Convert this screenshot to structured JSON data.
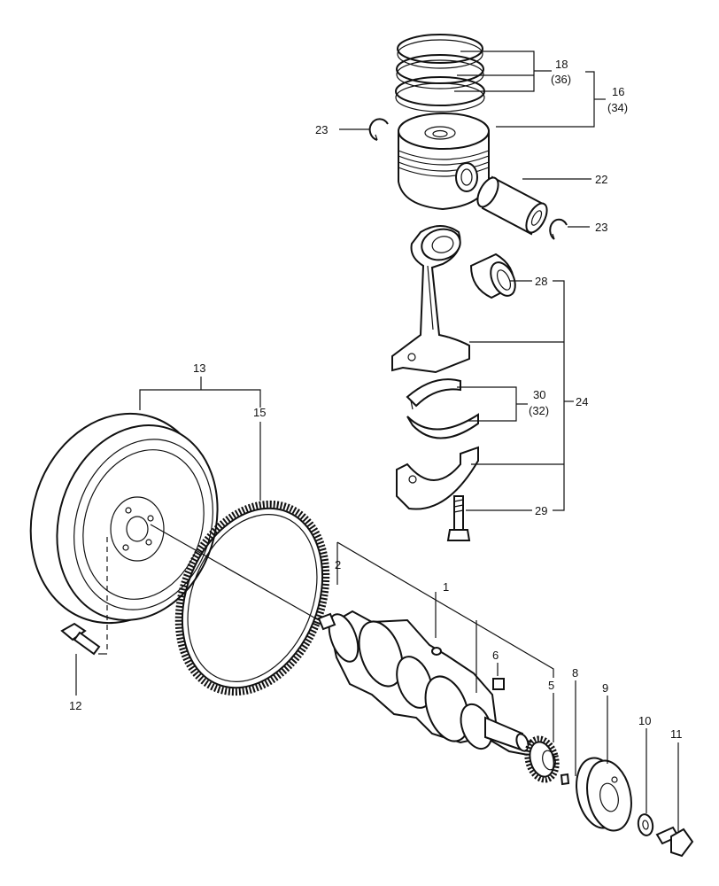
{
  "callouts": {
    "c1": "1",
    "c2": "2",
    "c5": "5",
    "c6": "6",
    "c8": "8",
    "c9": "9",
    "c10": "10",
    "c11": "11",
    "c12": "12",
    "c13": "13",
    "c15": "15",
    "c16": "16",
    "c16b": "(34)",
    "c18": "18",
    "c18b": "(36)",
    "c22": "22",
    "c23a": "23",
    "c23b": "23",
    "c24": "24",
    "c28": "28",
    "c29": "29",
    "c30": "30",
    "c30b": "(32)"
  }
}
